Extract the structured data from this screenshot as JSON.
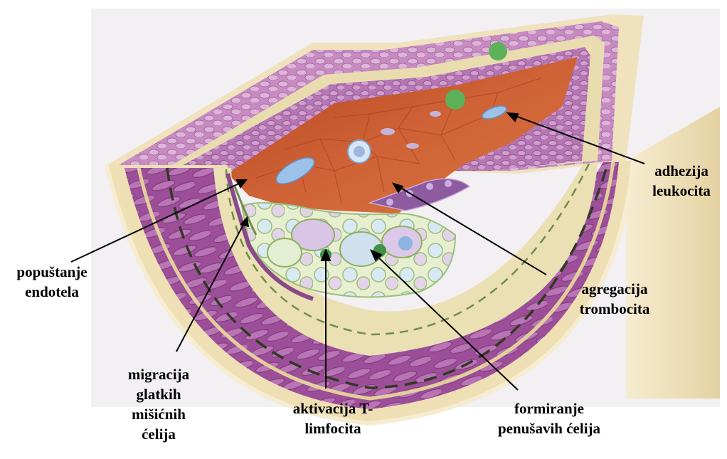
{
  "labels": {
    "endothelial": [
      "popuštanje",
      "endotela"
    ],
    "smooth_muscle": [
      "migracija",
      "glatkih",
      "mišićnih",
      "ćelija"
    ],
    "t_cell": [
      "aktivacija T-",
      "limfocita"
    ],
    "foam_cells": [
      "formiranje",
      "penušavih ćelija"
    ],
    "platelet": [
      "agregacija",
      "trombocita"
    ],
    "leukocyte": [
      "adhezija",
      "leukocita"
    ]
  },
  "colors": {
    "lumen": "#c9592e",
    "intima": "#e9e0b0",
    "media": "#a65aa0",
    "adventitia": "#d59bc6",
    "cream": "#f1e6c4",
    "foam": "#c9d98e",
    "green_cell": "#58a858",
    "blue_cell": "#8fb6de"
  }
}
